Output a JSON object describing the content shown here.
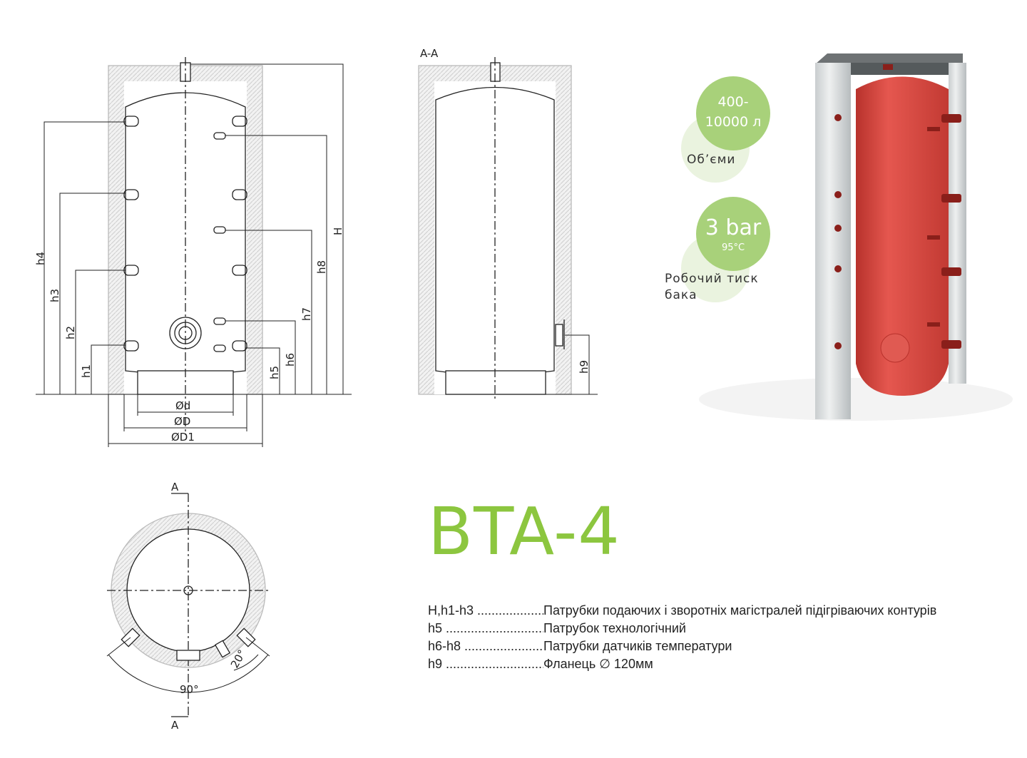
{
  "model": "BTA-4",
  "section_label": "A-A",
  "front_view": {
    "dimensions_left": [
      "h4",
      "h3",
      "h2",
      "h1"
    ],
    "dimensions_right": [
      "h5",
      "h6",
      "h7",
      "h8",
      "H"
    ],
    "diameters": [
      "Ød",
      "ØD",
      "ØD1"
    ]
  },
  "section_view": {
    "dimension": "h9"
  },
  "plan_view": {
    "cut_top": "A",
    "cut_bottom": "A",
    "angle_90": "90°",
    "angle_20": "20°"
  },
  "badges": [
    {
      "value_line1": "400-",
      "value_line2": "10000 л",
      "caption": "Об’єми"
    },
    {
      "value_line1": "3 bar",
      "value_line2": "95°C",
      "caption_line1": "Робочий тиск",
      "caption_line2": "бака"
    }
  ],
  "legend": [
    {
      "code": "H,h1-h3",
      "text": "Патрубки подаючих і зворотніх магістралей підігріваючих контурів"
    },
    {
      "code": "h5",
      "text": "Патрубок технологічний"
    },
    {
      "code": "h6-h8",
      "text": "Патрубки датчиків температури"
    },
    {
      "code": "h9",
      "text": "Фланець ∅ 120мм"
    }
  ],
  "colors": {
    "accent": "#8cc63f",
    "tank_red": "#d9453e",
    "badge_green": "#a8d17a"
  }
}
